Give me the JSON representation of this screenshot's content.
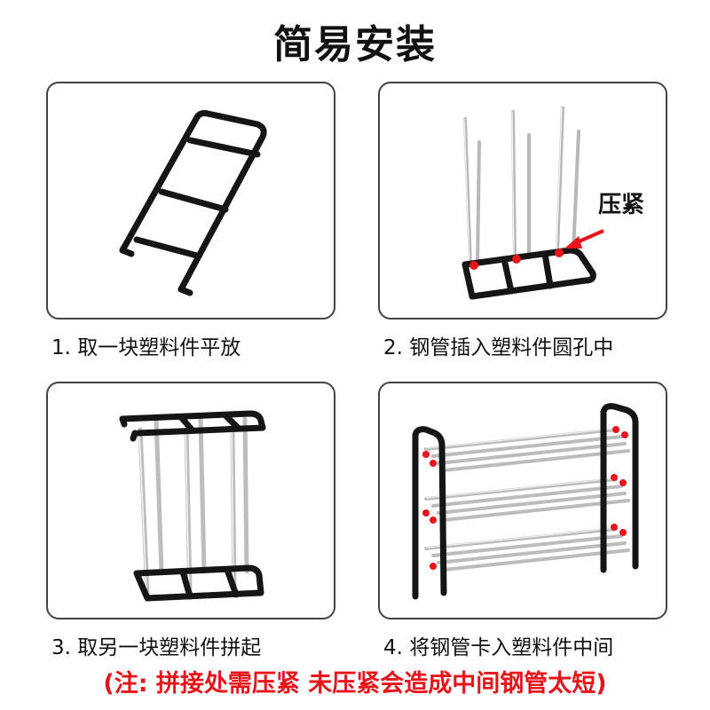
{
  "title": "简易安装",
  "steps": [
    {
      "caption": "1. 取一块塑料件平放"
    },
    {
      "caption": "2. 钢管插入塑料件圆孔中",
      "callout": "压紧"
    },
    {
      "caption": "3. 取另一块塑料件拼起"
    },
    {
      "caption": "4. 将钢管卡入塑料件中间"
    }
  ],
  "note": "(注: 拼接处需压紧 未压紧会造成中间钢管太短)",
  "colors": {
    "frame": "#151515",
    "tube": "#c9c9c9",
    "accent": "#e8141a"
  }
}
